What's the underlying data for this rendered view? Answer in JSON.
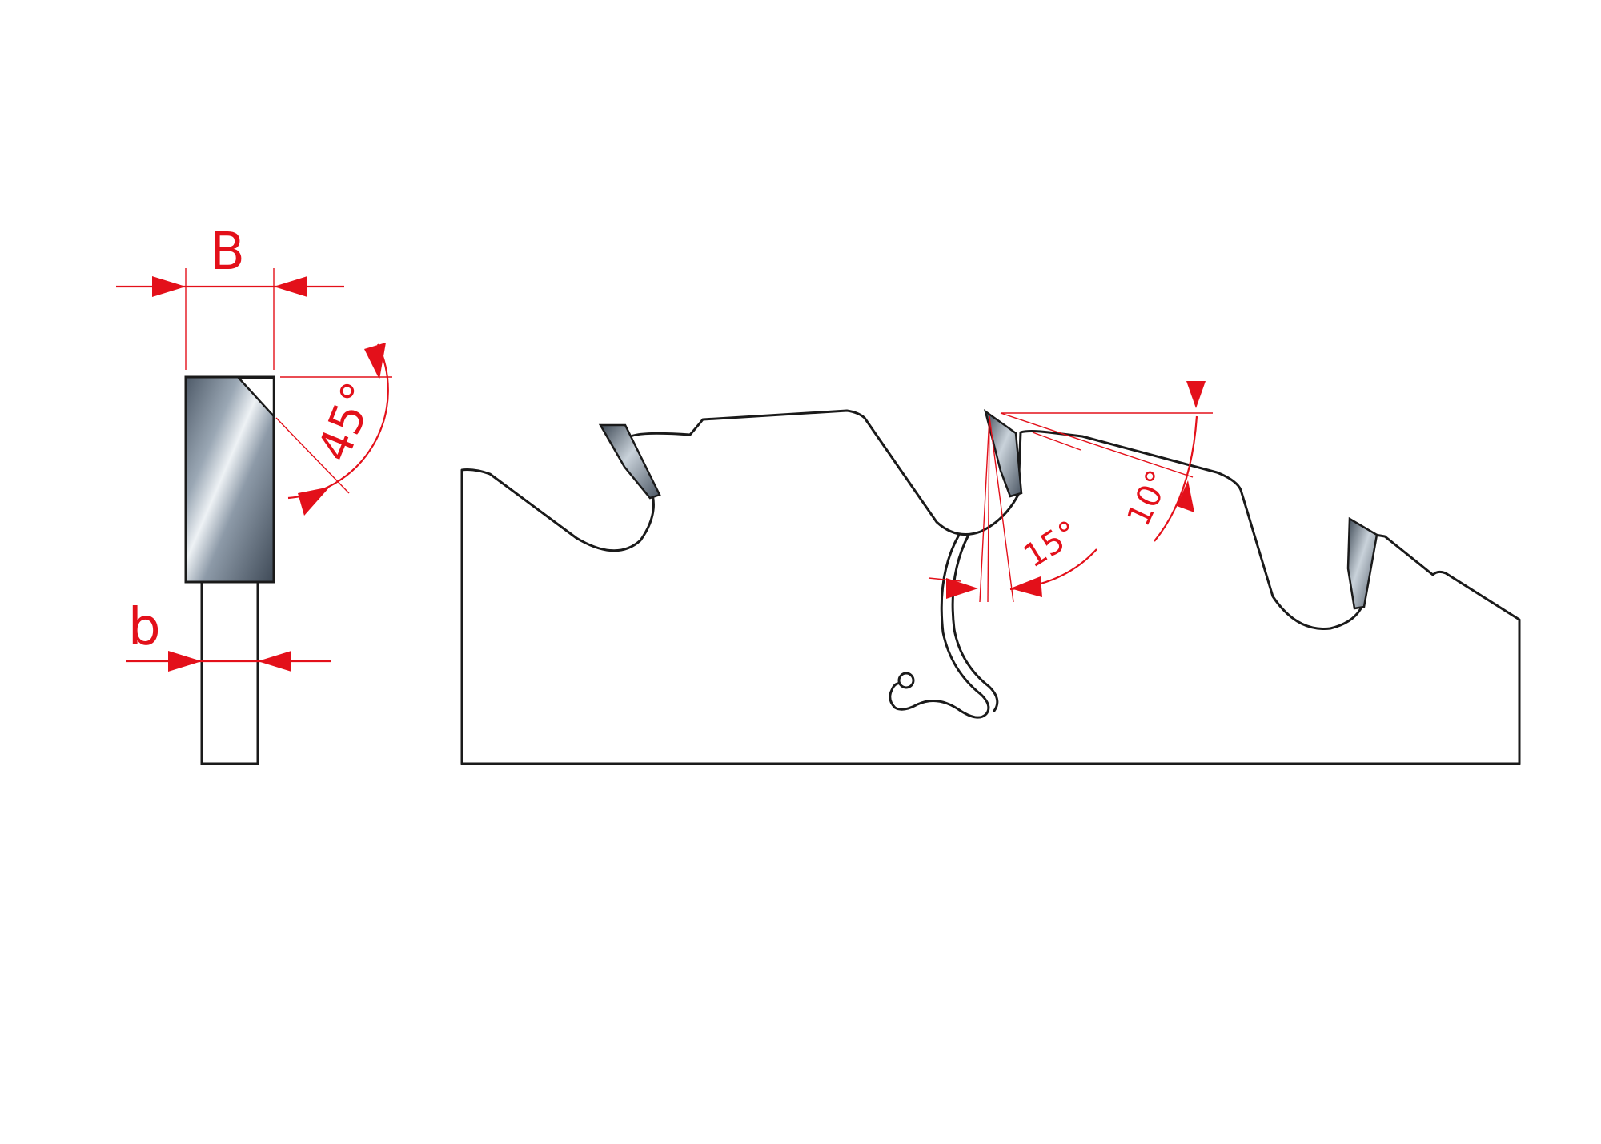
{
  "labels": {
    "width_B": "B",
    "width_b": "b",
    "angle_bevel": "45°",
    "angle_hook": "15°",
    "angle_clearance": "10°"
  },
  "colors": {
    "dimension": "#e3101a",
    "outline": "#1a1a1a",
    "carbide_dark": "#5a6674",
    "carbide_light": "#e6ebf0"
  }
}
